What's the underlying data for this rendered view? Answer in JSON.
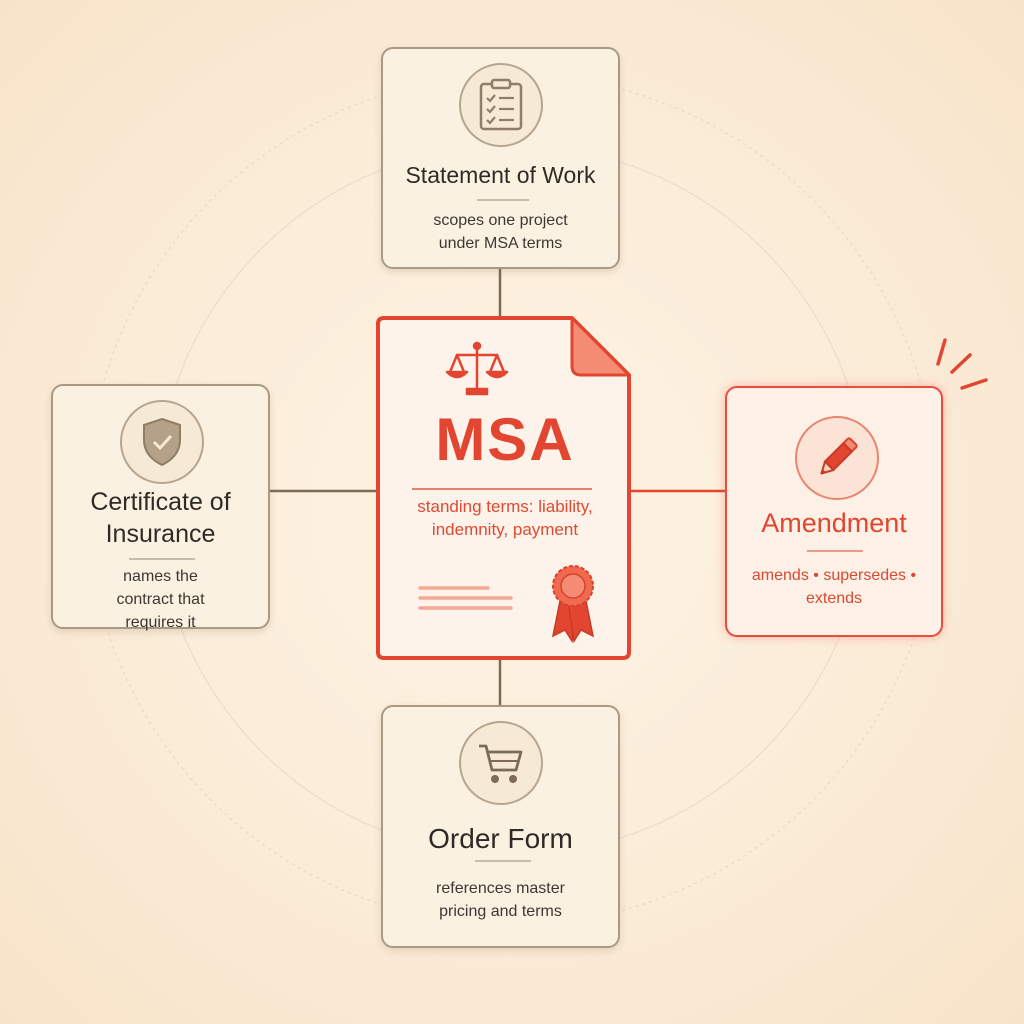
{
  "center": {
    "title": "MSA",
    "terms": "standing terms: liability, indemnity, payment",
    "icons": [
      "scales-icon",
      "rosette-seal-icon"
    ]
  },
  "nodes": {
    "statement_of_work": {
      "title": "Statement of Work",
      "description": "scopes one project under MSA terms",
      "icon": "checklist-clipboard-icon"
    },
    "certificate_of_insurance": {
      "title": "Certificate of Insurance",
      "description": "names the contract that requires it",
      "icon": "shield-check-icon"
    },
    "order_form": {
      "title": "Order Form",
      "description": "references master pricing and terms",
      "icon": "shopping-cart-icon"
    },
    "amendment": {
      "title": "Amendment",
      "description": "amends • supersedes • extends",
      "icon": "pencil-icon"
    }
  },
  "colors": {
    "accent": "#e24530",
    "card_border": "#a99a84",
    "card_fill": "#fbf1e1",
    "background": "#fbecd8"
  }
}
